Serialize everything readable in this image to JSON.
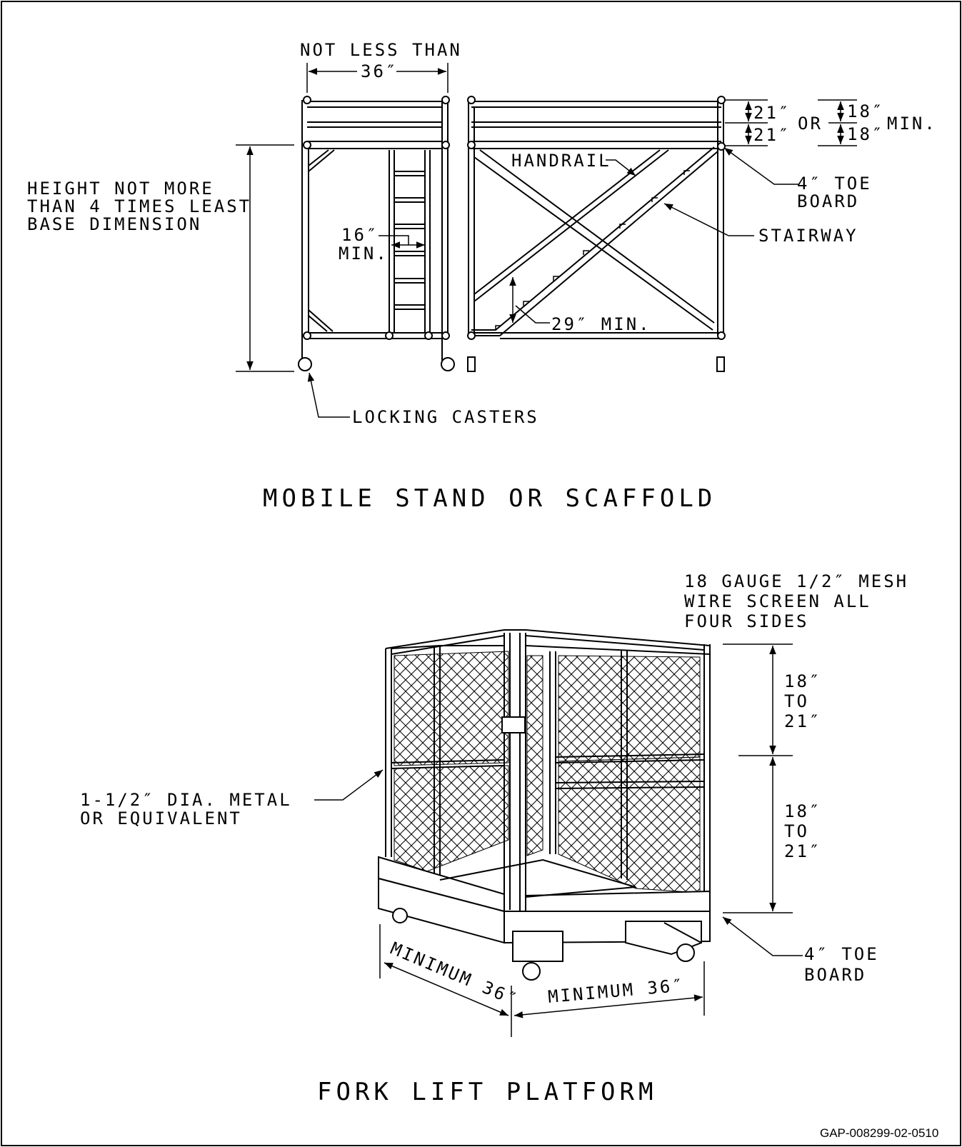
{
  "scaffold": {
    "title": "MOBILE STAND OR SCAFFOLD",
    "width_label_top": "NOT LESS THAN",
    "width_label_value": "36″",
    "height_note": [
      "HEIGHT NOT MORE",
      "THAN 4 TIMES LEAST",
      "BASE DIMENSION"
    ],
    "rung_spacing": [
      "16″",
      "MIN."
    ],
    "handrail_label": "HANDRAIL",
    "rail_dim_a": [
      "21″",
      "21″"
    ],
    "or_label": "OR",
    "rail_dim_b": [
      "18″",
      "18″"
    ],
    "min_label": "MIN.",
    "toe_board": [
      "4″ TOE",
      "BOARD"
    ],
    "stairway_label": "STAIRWAY",
    "handrail_height": "29″ MIN.",
    "casters_label": "LOCKING CASTERS"
  },
  "forklift": {
    "title": "FORK LIFT PLATFORM",
    "mesh_note": [
      "18 GAUGE 1/2″ MESH",
      "WIRE SCREEN ALL",
      "FOUR SIDES"
    ],
    "upper_dim": [
      "18″",
      "TO",
      "21″"
    ],
    "lower_dim": [
      "18″",
      "TO",
      "21″"
    ],
    "pipe_note": [
      "1-1/2″ DIA. METAL",
      "OR EQUIVALENT"
    ],
    "toe_board": [
      "4″ TOE",
      "BOARD"
    ],
    "depth_dim": "MINIMUM 36″",
    "width_dim": "MINIMUM 36″"
  },
  "reference_code": "GAP-008299-02-0510"
}
